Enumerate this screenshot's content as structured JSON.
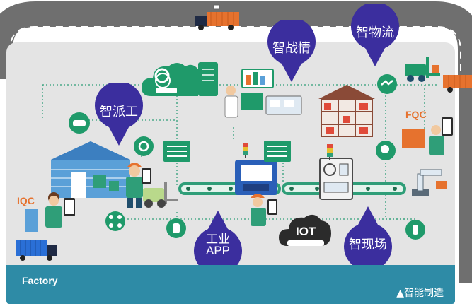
{
  "labels": {
    "zhi_pai_gong": "智派工",
    "zhi_zhan_qing": "智战情",
    "zhi_wu_liu": "智物流",
    "gong_ye_app_line1": "工业",
    "gong_ye_app_line2": "APP",
    "zhi_xian_chang": "智现场",
    "iot": "IOT",
    "iqc": "IQC",
    "fqc": "FQC"
  },
  "footer": {
    "title": "Factory",
    "tag": "▲智能制造"
  },
  "colors": {
    "bubble": "#3b2e9e",
    "road": "#707070",
    "floor": "#e3e3e3",
    "footer": "#2e8ba6",
    "accent_green": "#1f9a6a",
    "accent_orange": "#e6722e"
  }
}
